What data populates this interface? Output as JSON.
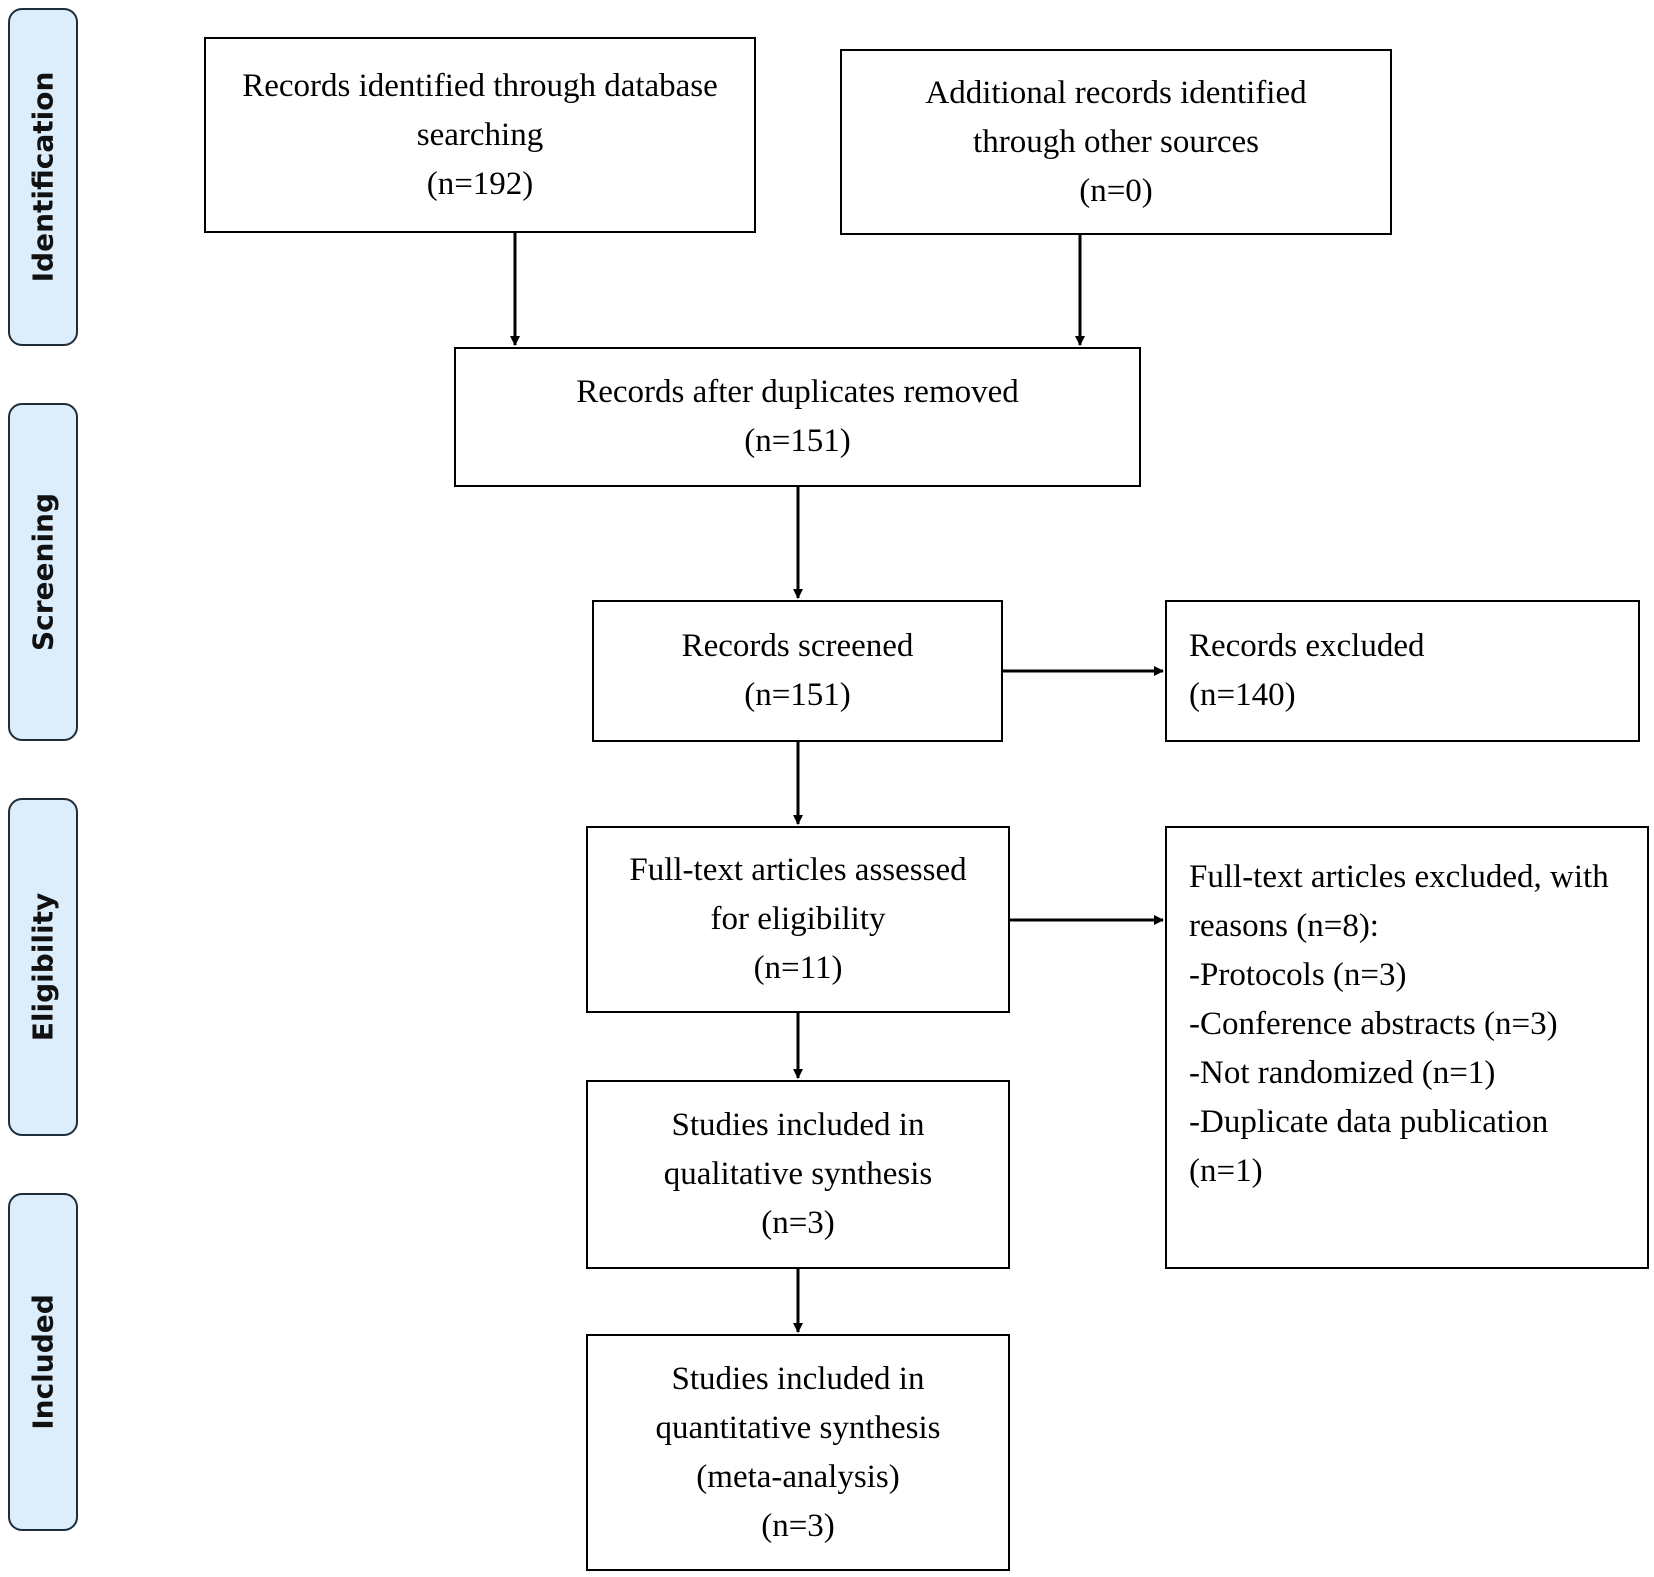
{
  "phases": [
    {
      "label": "Identification"
    },
    {
      "label": "Screening"
    },
    {
      "label": "Eligibility"
    },
    {
      "label": "Included"
    }
  ],
  "boxes": {
    "database": {
      "lines": [
        "Records identified through database",
        "searching",
        "(n=192)"
      ]
    },
    "other": {
      "lines": [
        "Additional records identified",
        "through other sources",
        "(n=0)"
      ]
    },
    "duplicates": {
      "lines": [
        "Records after duplicates removed",
        "(n=151)"
      ]
    },
    "screened": {
      "lines": [
        "Records screened",
        "(n=151)"
      ]
    },
    "excluded": {
      "lines": [
        "Records excluded",
        "(n=140)"
      ]
    },
    "fulltext": {
      "lines": [
        "Full-text articles assessed",
        "for eligibility",
        "(n=11)"
      ]
    },
    "fulltext_excluded": {
      "lines": [
        "Full-text articles excluded, with",
        "reasons (n=8):",
        "-Protocols (n=3)",
        "-Conference abstracts (n=3)",
        "-Not randomized (n=1)",
        "-Duplicate data publication",
        "(n=1)"
      ]
    },
    "qualitative": {
      "lines": [
        "Studies included in",
        "qualitative synthesis",
        "(n=3)"
      ]
    },
    "quantitative": {
      "lines": [
        "Studies included in",
        "quantitative synthesis",
        "(meta-analysis)",
        "(n=3)"
      ]
    }
  },
  "colors": {
    "phase_fill": "#dcedfb",
    "phase_border": "#1f2d3a",
    "box_border": "#000000",
    "arrow": "#000000"
  }
}
